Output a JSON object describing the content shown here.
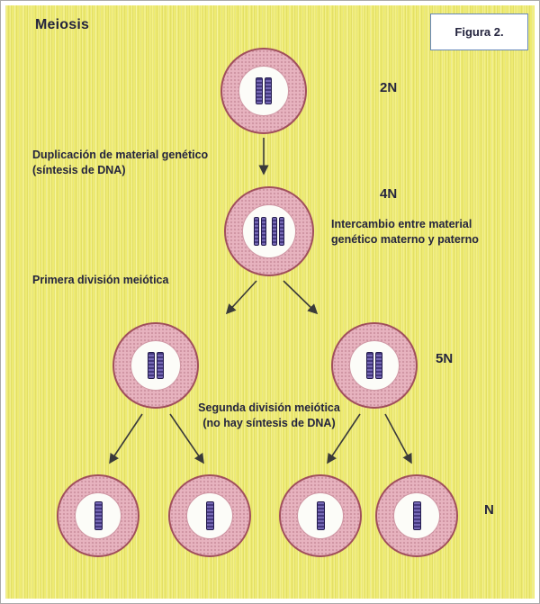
{
  "figure": {
    "title": "Meiosis",
    "figure_label": "Figura 2.",
    "stages": {
      "parent_ploidy": "2N",
      "duplicated_ploidy": "4N",
      "first_division_ploidy": "5N",
      "gamete_ploidy": "N"
    },
    "annotations": {
      "duplication_line1": "Duplicación de material genético",
      "duplication_line2": "(síntesis de DNA)",
      "exchange_line1": "Intercambio entre material",
      "exchange_line2": "genético materno y paterno",
      "first_division": "Primera división meiótica",
      "second_division_line1": "Segunda división meiótica",
      "second_division_line2": "(no hay síntesis de DNA)"
    },
    "colors": {
      "background": "#eeeb72",
      "cell_fill": "#e7b3bf",
      "cell_border": "#a04f5c",
      "nucleus_fill": "#fcfcf8",
      "chromosome_dark": "#45397f",
      "chromosome_light": "#7568b5",
      "text": "#24243e",
      "arrow": "#3a3a3a",
      "figure_box_border": "#6688bb"
    }
  }
}
